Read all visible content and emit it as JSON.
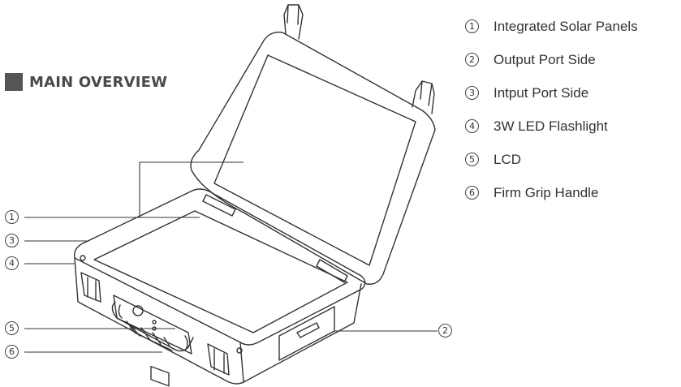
{
  "title": "MAIN OVERVIEW",
  "legend": [
    {
      "num": "1",
      "label": "Integrated Solar Panels"
    },
    {
      "num": "2",
      "label": "Output Port Side"
    },
    {
      "num": "3",
      "label": "Intput Port Side"
    },
    {
      "num": "4",
      "label": "3W LED Flashlight"
    },
    {
      "num": "5",
      "label": "LCD"
    },
    {
      "num": "6",
      "label": "Firm Grip Handle"
    }
  ],
  "callouts": {
    "c1": "1",
    "c2": "2",
    "c3": "3",
    "c4": "4",
    "c5": "5",
    "c6": "6"
  },
  "colors": {
    "line": "#333333",
    "accent": "#555555"
  }
}
